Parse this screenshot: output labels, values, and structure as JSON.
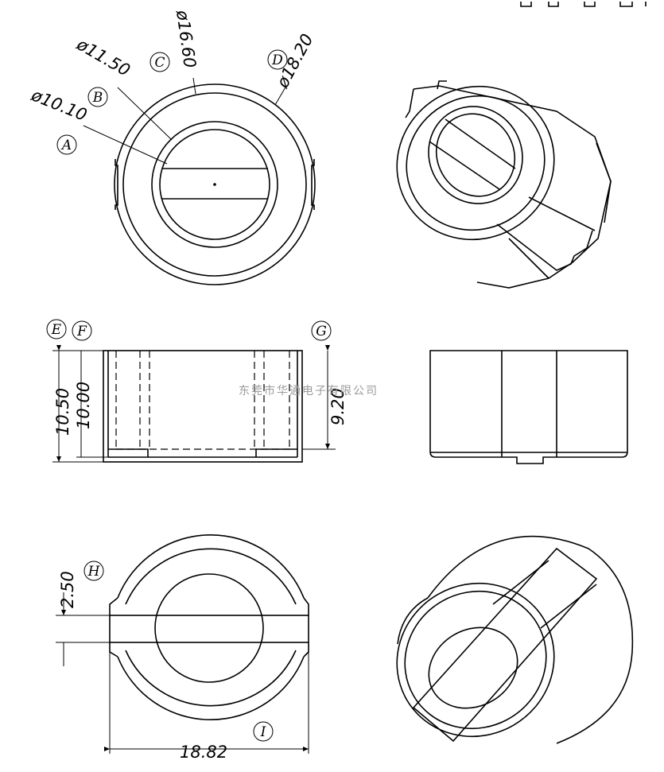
{
  "drawing": {
    "top_view": {
      "dims": {
        "a": "ø10.10",
        "b": "ø11.50",
        "c": "ø16.60",
        "d": "ø18.20"
      },
      "tags": {
        "a": "A",
        "b": "B",
        "c": "C",
        "d": "D"
      }
    },
    "side_view": {
      "dims": {
        "e": "10.50",
        "f": "10.00",
        "g": "9.20"
      },
      "tags": {
        "e": "E",
        "f": "F",
        "g": "G"
      }
    },
    "bottom_view": {
      "dims": {
        "h": "2.50",
        "i": "18.82"
      },
      "tags": {
        "h": "H",
        "i": "I"
      }
    },
    "watermark": "东莞市华通电子有限公司"
  }
}
